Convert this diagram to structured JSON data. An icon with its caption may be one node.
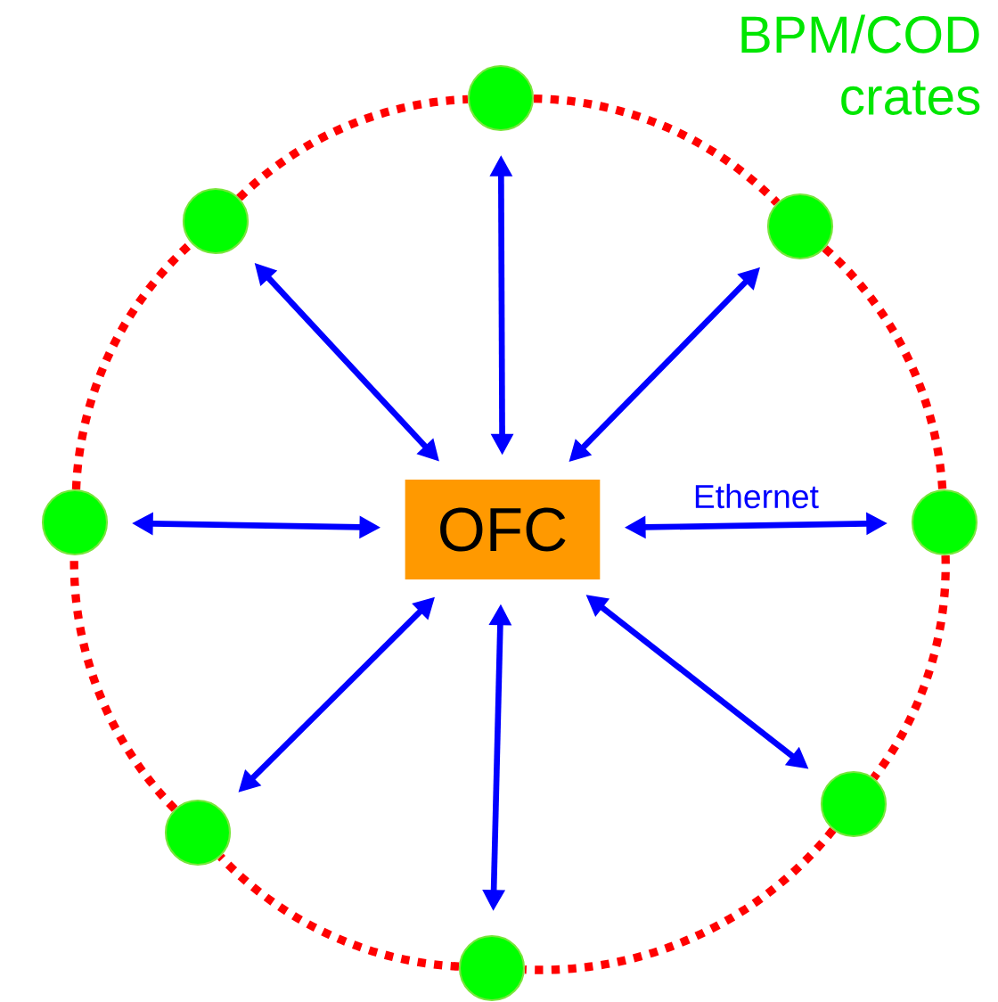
{
  "diagram": {
    "nodes": [
      {
        "text": [
          "OFC"
        ]
      },
      {
        "text": [],
        "shape": "circle"
      },
      {
        "text": [],
        "shape": "circle"
      },
      {
        "text": [],
        "shape": "circle"
      },
      {
        "text": [],
        "shape": "circle"
      },
      {
        "text": [],
        "shape": "circle"
      },
      {
        "text": [],
        "shape": "circle"
      },
      {
        "text": [],
        "shape": "circle"
      },
      {
        "text": [],
        "shape": "circle"
      }
    ],
    "edges": [
      {
        "from": 0,
        "to": 1,
        "arrow": "both",
        "color": "#0000ff"
      },
      {
        "from": 0,
        "to": 2,
        "arrow": "both",
        "color": "#0000ff"
      },
      {
        "from": 0,
        "to": 3,
        "arrow": "both",
        "color": "#0000ff"
      },
      {
        "from": 0,
        "to": 4,
        "arrow": "both",
        "color": "#0000ff"
      },
      {
        "from": 0,
        "to": 5,
        "arrow": "both",
        "color": "#0000ff",
        "label": "Ethernet"
      },
      {
        "from": 0,
        "to": 6,
        "arrow": "both",
        "color": "#0000ff"
      },
      {
        "from": 0,
        "to": 7,
        "arrow": "both",
        "color": "#0000ff"
      },
      {
        "from": 0,
        "to": 8,
        "arrow": "both",
        "color": "#0000ff"
      },
      {
        "from": 1,
        "to": 3,
        "arrow": "none",
        "style": "dashed",
        "color": "#ff0000"
      },
      {
        "from": 3,
        "to": 5,
        "arrow": "none",
        "style": "dashed",
        "color": "#ff0000"
      },
      {
        "from": 5,
        "to": 7,
        "arrow": "none",
        "style": "dashed",
        "color": "#ff0000"
      },
      {
        "from": 7,
        "to": 8,
        "arrow": "none",
        "style": "dashed",
        "color": "#ff0000"
      },
      {
        "from": 8,
        "to": 6,
        "arrow": "none",
        "style": "dashed",
        "color": "#ff0000"
      },
      {
        "from": 6,
        "to": 4,
        "arrow": "none",
        "style": "dashed",
        "color": "#ff0000"
      },
      {
        "from": 4,
        "to": 2,
        "arrow": "none",
        "style": "dashed",
        "color": "#ff0000"
      },
      {
        "from": 2,
        "to": 1,
        "arrow": "none",
        "style": "dashed",
        "color": "#ff0000"
      }
    ],
    "labels": [
      "BPM/COD crates"
    ]
  }
}
